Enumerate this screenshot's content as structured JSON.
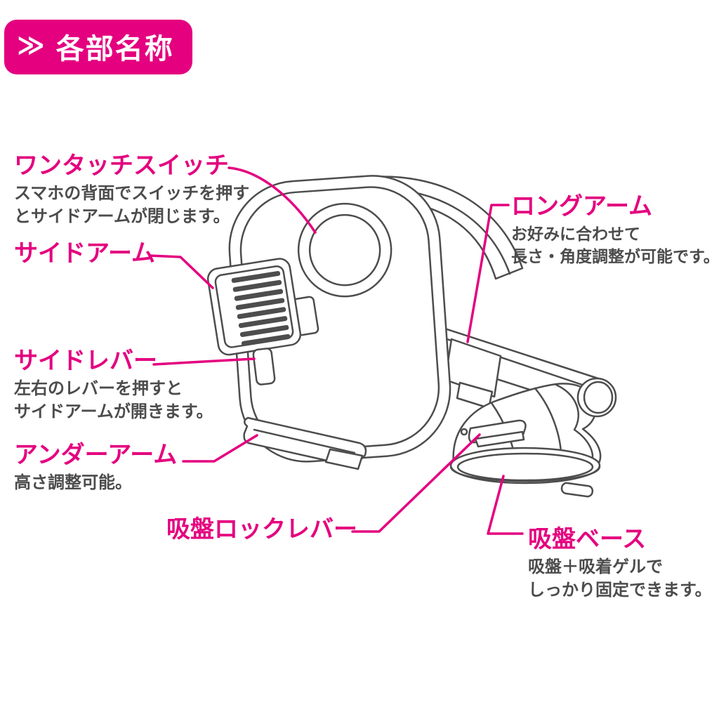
{
  "header": {
    "chevron": "≫",
    "title": "各部名称"
  },
  "colors": {
    "accent": "#e4007f",
    "line_art": "#4d4d4d",
    "description_text": "#4c4c4c"
  },
  "labels": {
    "one_touch_switch": {
      "title": "ワンタッチスイッチ",
      "desc1": "スマホの背面でスイッチを押す",
      "desc2": "とサイドアームが閉じます。"
    },
    "side_arm": {
      "title": "サイドアーム"
    },
    "side_lever": {
      "title": "サイドレバー",
      "desc1": "左右のレバーを押すと",
      "desc2": "サイドアームが開きます。"
    },
    "under_arm": {
      "title": "アンダーアーム",
      "desc1": "高さ調整可能。"
    },
    "suction_lock_lever": {
      "title": "吸盤ロックレバー"
    },
    "long_arm": {
      "title": "ロングアーム",
      "desc1": "お好みに合わせて",
      "desc2": "長さ・角度調整が可能です。"
    },
    "suction_base": {
      "title": "吸盤ベース",
      "desc1": "吸盤＋吸着ゲルで",
      "desc2": "しっかり固定できます。"
    }
  }
}
